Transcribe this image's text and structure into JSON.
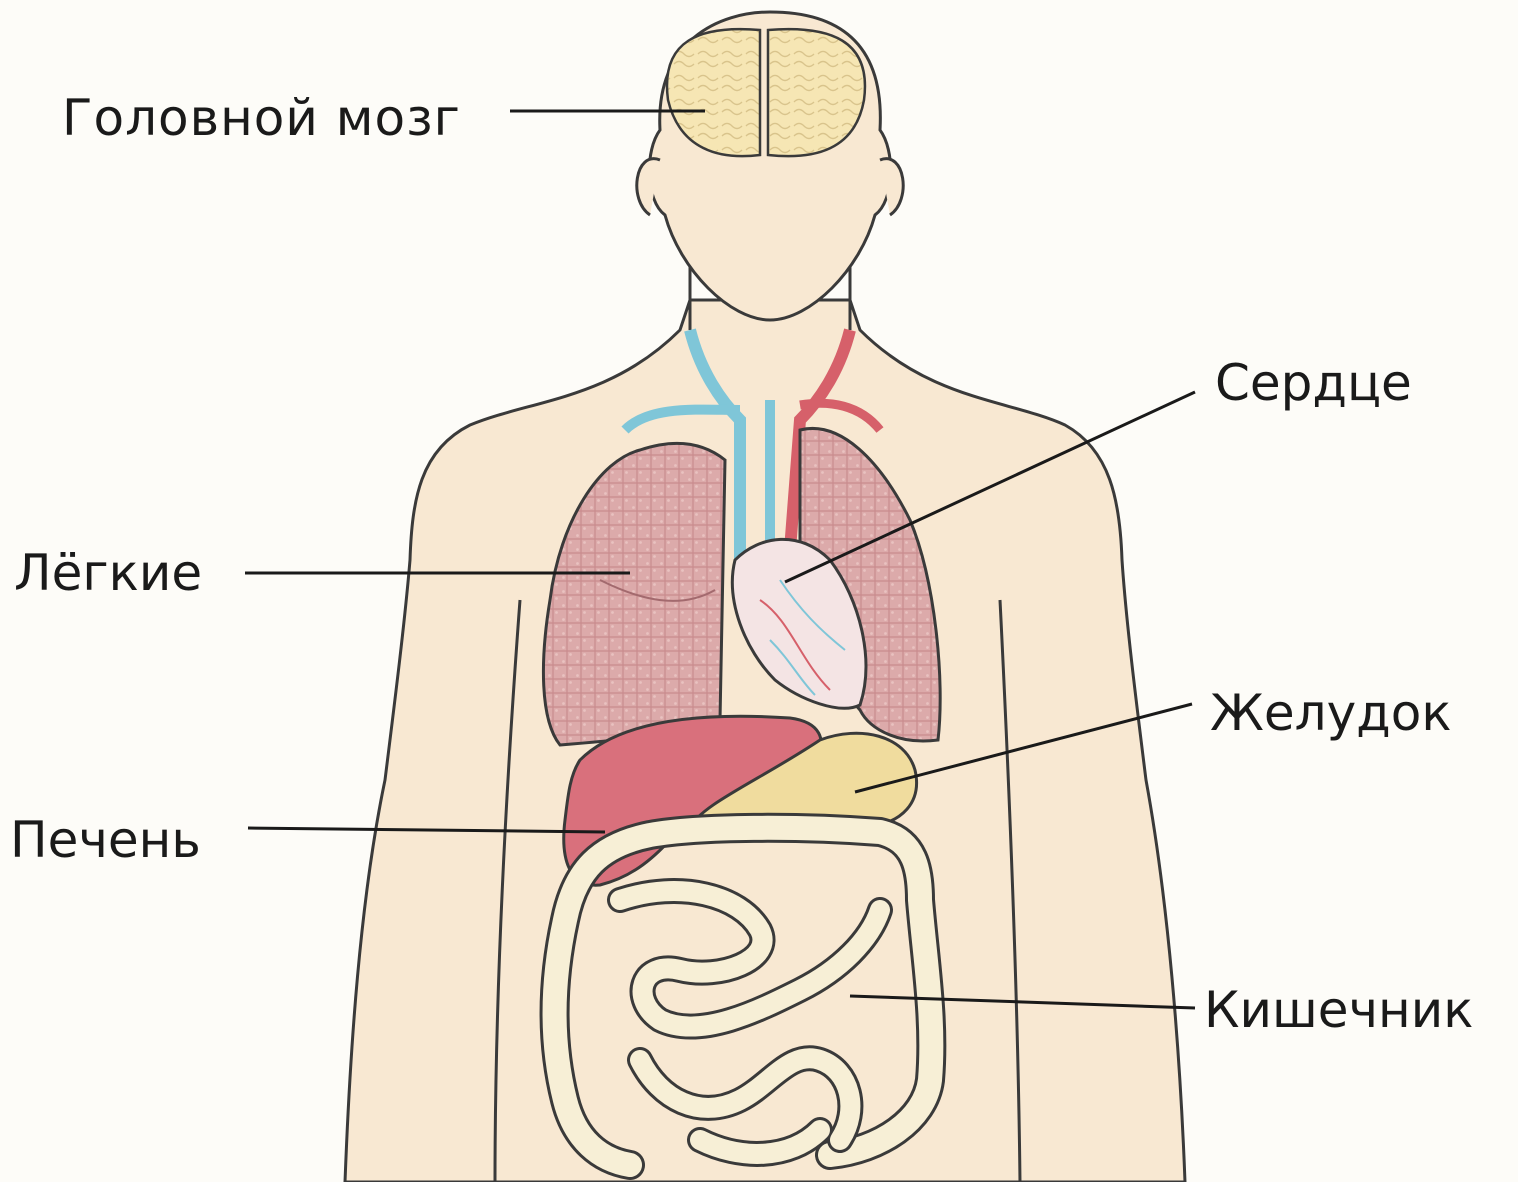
{
  "labels": {
    "brain": "Головной мозг",
    "heart": "Сердце",
    "lungs": "Лёгкие",
    "stomach": "Желудок",
    "liver": "Печень",
    "intestine": "Кишечник"
  },
  "colors": {
    "skin": "#f8e8d2",
    "outline": "#3a3a3a",
    "brain": "#f6e6b4",
    "lungs": "#dba7a7",
    "liver": "#d9707c",
    "stomach": "#f0dc9e",
    "intestine": "#f7efd6",
    "vein": "#7fc6d8",
    "artery": "#d6606a"
  }
}
